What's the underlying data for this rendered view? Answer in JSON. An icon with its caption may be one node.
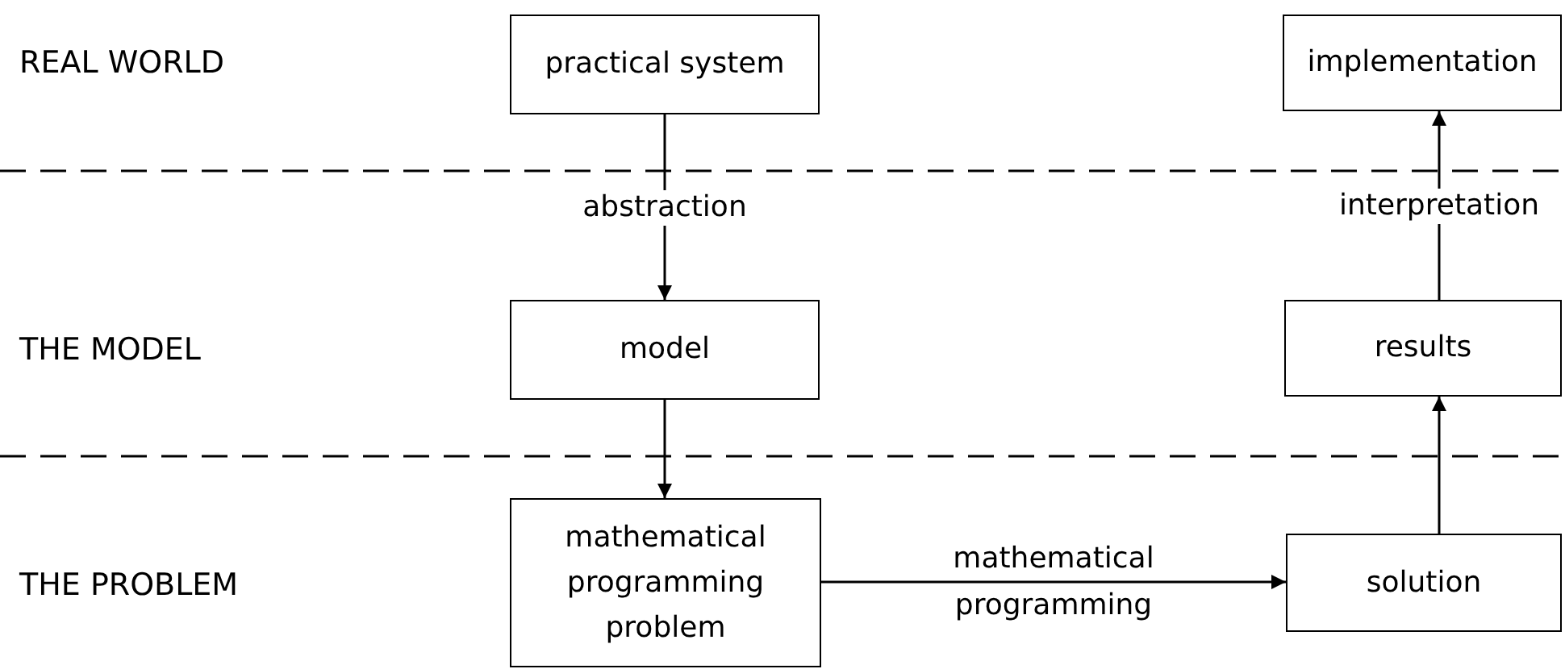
{
  "diagram": {
    "nodes": [
      {
        "text": [
          "practical system"
        ]
      },
      {
        "text": [
          "implementation"
        ]
      },
      {
        "text": [
          "model"
        ]
      },
      {
        "text": [
          "results"
        ]
      },
      {
        "text": [
          "mathematical programming problem"
        ]
      },
      {
        "text": [
          "solution"
        ]
      }
    ],
    "edges": [
      {
        "from": 0,
        "to": 2,
        "arrow": "to",
        "label": "abstraction"
      },
      {
        "from": 2,
        "to": 4,
        "arrow": "to"
      },
      {
        "from": 4,
        "to": 5,
        "arrow": "to",
        "label": "mathematical programming"
      },
      {
        "from": 5,
        "to": 3,
        "arrow": "to"
      },
      {
        "from": 3,
        "to": 1,
        "arrow": "to",
        "label": "interpretation"
      }
    ],
    "labels": [
      "REAL WORLD",
      "THE MODEL",
      "THE PROBLEM"
    ]
  }
}
